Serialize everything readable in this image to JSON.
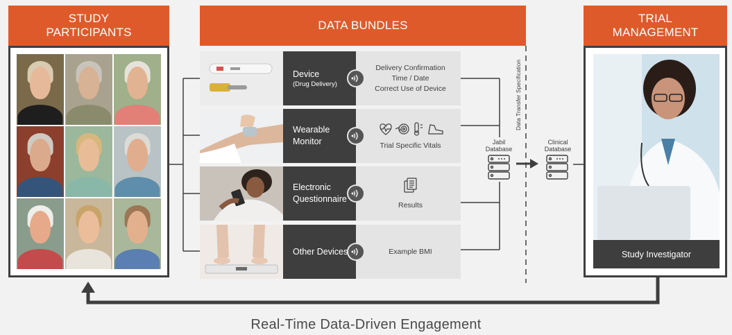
{
  "headers": {
    "participants": "STUDY PARTICIPANTS",
    "bundles": "DATA BUNDLES",
    "management": "TRIAL MANAGEMENT"
  },
  "rows": [
    {
      "title": "Device",
      "subtitle": "(Drug Delivery)",
      "results": [
        "Delivery Confirmation",
        "Time / Date",
        "Correct Use of Device"
      ]
    },
    {
      "title": "Wearable Monitor",
      "subtitle": "",
      "results": [
        "Trial Specific Vitals"
      ]
    },
    {
      "title": "Electronic Questionnaire",
      "subtitle": "",
      "results": [
        "Results"
      ]
    },
    {
      "title": "Other Devices",
      "subtitle": "",
      "results": [
        "Example BMI"
      ]
    }
  ],
  "jabil_db": "Jabil Database",
  "clinical_db": "Clinical Database",
  "data_transfer_spec": "Data Transfer Specification",
  "investigator": "Study Investigator",
  "caption": "Real-Time Data-Driven Engagement",
  "colors": {
    "accent": "#df5a2b",
    "dark": "#3e3e3e",
    "light": "#e4e4e4"
  }
}
